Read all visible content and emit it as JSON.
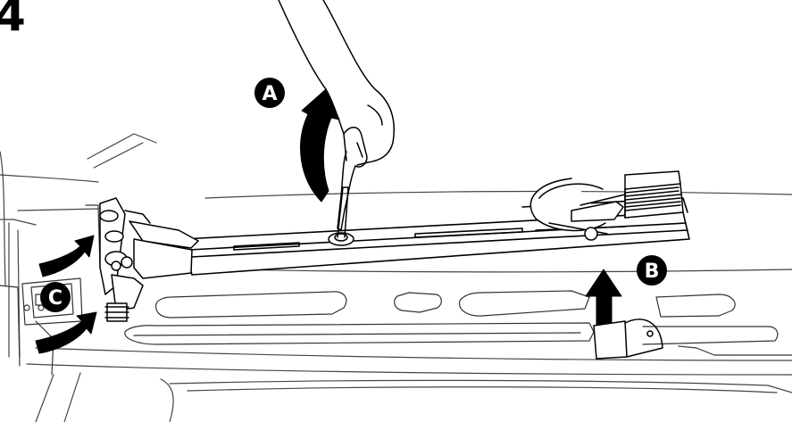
{
  "step": {
    "number": "4"
  },
  "callouts": [
    {
      "id": "A",
      "label": "A"
    },
    {
      "id": "B",
      "label": "B"
    },
    {
      "id": "C",
      "label": "C"
    }
  ],
  "colors": {
    "ink": "#000000",
    "line": "#1a1a1a",
    "paper": "#ffffff",
    "light_line": "#555555"
  }
}
